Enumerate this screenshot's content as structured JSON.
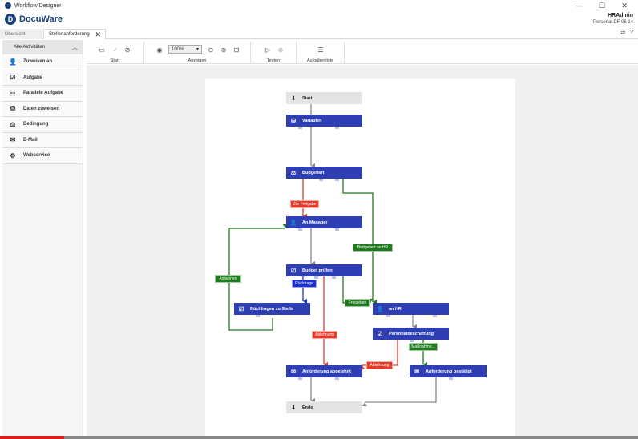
{
  "window": {
    "title": "Workflow Designer",
    "controls": [
      "—",
      "☐",
      "✕"
    ]
  },
  "header": {
    "logo_text": "DocuWare",
    "user": "HRAdmin",
    "version": "Personal DF 06 14"
  },
  "tabs": [
    {
      "label": "Übersicht"
    },
    {
      "label": "Stellenanforderung",
      "close": "✕"
    }
  ],
  "tab_actions": [
    "⇄",
    "?"
  ],
  "sidebar": {
    "header": "Alle Aktivitäten",
    "items": [
      {
        "label": "Zuweisen an",
        "icon": "assign-user-icon"
      },
      {
        "label": "Aufgabe",
        "icon": "task-icon"
      },
      {
        "label": "Parallele Aufgabe",
        "icon": "parallel-task-icon"
      },
      {
        "label": "Daten zuweisen",
        "icon": "assign-data-icon"
      },
      {
        "label": "Bedingung",
        "icon": "condition-icon"
      },
      {
        "label": "E-Mail",
        "icon": "email-icon"
      },
      {
        "label": "Webservice",
        "icon": "webservice-icon"
      }
    ]
  },
  "ribbon": {
    "groups": [
      {
        "label": "Start"
      },
      {
        "label": "Anzeigen",
        "zoom": "100%"
      },
      {
        "label": "Testen"
      },
      {
        "label": "Aufgabenliste"
      }
    ]
  },
  "nodes": {
    "start": "Start",
    "variablen": "Variablen",
    "budgetiert": "Budgetiert",
    "an_manager": "An Manager",
    "budget_pruefen": "Budget prüfen",
    "rueckfragen": "Rückfragen zu Stelle",
    "an_hr": "an HR",
    "personalbeschaffung": "Personalbeschaffung",
    "abgelehnt": "Anforderung abgelehnt",
    "bestaetigt": "Anforderung bestätigt",
    "ende": "Ende"
  },
  "edge_labels": {
    "zur_freigabe": "Zur Freigabe",
    "budgetiert_an_hr": "Budgetiert an HR",
    "antworten": "Antworten",
    "rueckfrage": "Rückfrage",
    "freigeben": "Freigeben",
    "ablehnung_1": "Ablehnung",
    "ablehnung_2": "Ablehnung",
    "massnahme": "Maßnahme..."
  },
  "colors": {
    "node": "#2e3fb3",
    "reject": "#e53a2a",
    "approve": "#1f7a1f",
    "inquiry": "#1a2fd6",
    "neutral": "#888888"
  },
  "video_progress": 0.1
}
